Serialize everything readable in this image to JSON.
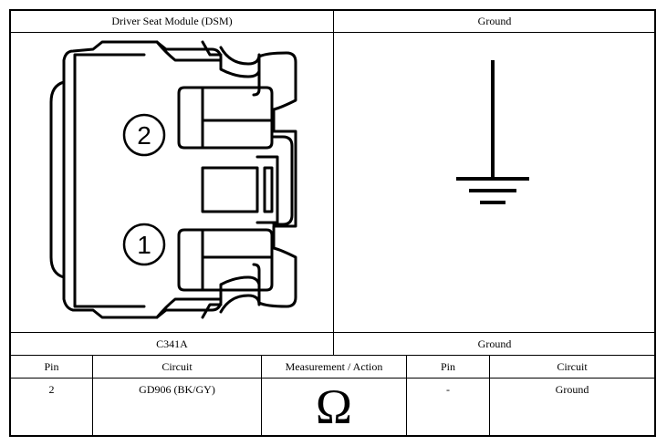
{
  "header": {
    "left_title": "Driver Seat Module (DSM)",
    "right_title": "Ground"
  },
  "connector": {
    "pin_labels": [
      "2",
      "1"
    ],
    "name": "C341A"
  },
  "ground": {
    "name": "Ground"
  },
  "table": {
    "headers": {
      "pin_a": "Pin",
      "circuit_a": "Circuit",
      "measurement": "Measurement / Action",
      "pin_b": "Pin",
      "circuit_b": "Circuit"
    },
    "row": {
      "pin_a": "2",
      "circuit_a": "GD906 (BK/GY)",
      "measurement_symbol": "Ω",
      "pin_b": "-",
      "circuit_b": "Ground"
    }
  }
}
